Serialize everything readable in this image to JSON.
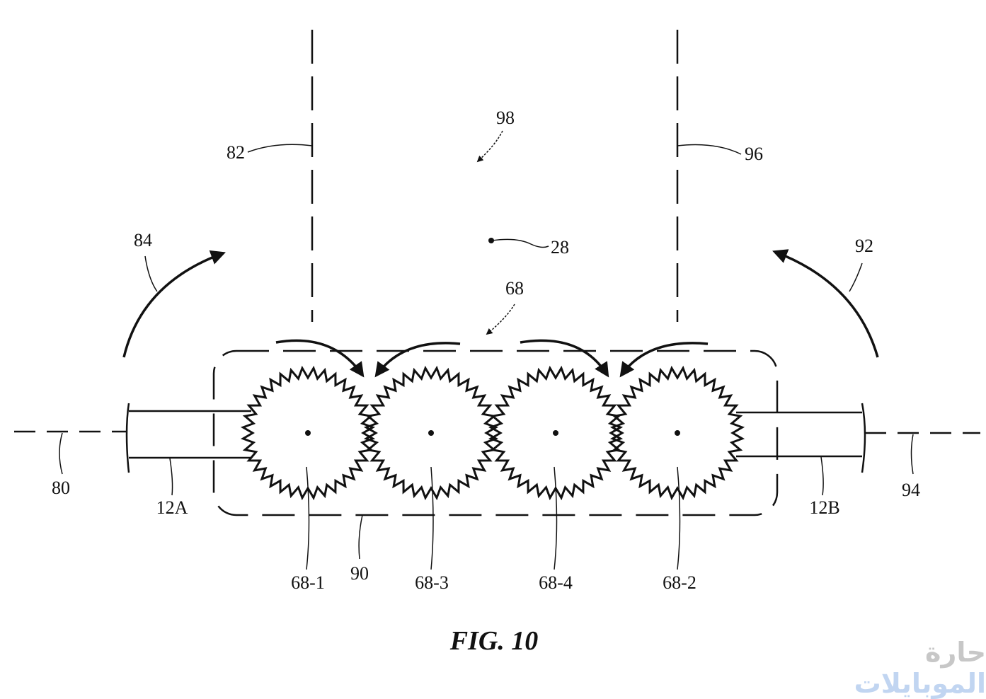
{
  "figure": {
    "caption": "FIG. 10",
    "labels": {
      "l98": "98",
      "l82": "82",
      "l96": "96",
      "l84": "84",
      "l28": "28",
      "l92": "92",
      "l68": "68",
      "l80": "80",
      "l12A": "12A",
      "l12B": "12B",
      "l94": "94",
      "l90": "90",
      "l68_1": "68-1",
      "l68_3": "68-3",
      "l68_4": "68-4",
      "l68_2": "68-2"
    },
    "gears": [
      {
        "id": "68-1"
      },
      {
        "id": "68-3"
      },
      {
        "id": "68-4"
      },
      {
        "id": "68-2"
      }
    ]
  },
  "watermark": {
    "part1": "حارة",
    "part2": "الموبايلات"
  }
}
